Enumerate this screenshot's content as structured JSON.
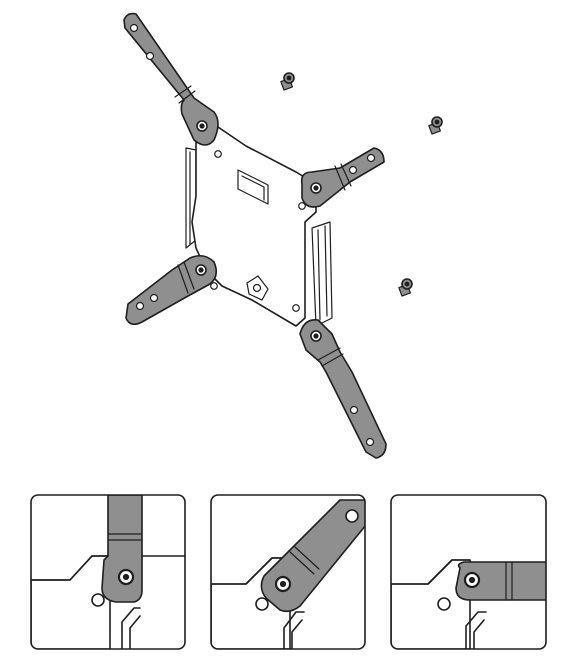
{
  "figure": {
    "subject": "mounting-bracket-assembly",
    "colors": {
      "line": "#1e1e1e",
      "arm_fill": "#8f8f8f",
      "plate_fill": "#ffffff",
      "background": "#ffffff",
      "panel_border": "#1e1e1e"
    },
    "main_parts": {
      "arm_count": 4,
      "screw_count": 3
    },
    "detail_panels": {
      "count": 3,
      "items": [
        {
          "name": "detail-panel-vertical-arm"
        },
        {
          "name": "detail-panel-diagonal-arm"
        },
        {
          "name": "detail-panel-horizontal-arm"
        }
      ]
    }
  }
}
